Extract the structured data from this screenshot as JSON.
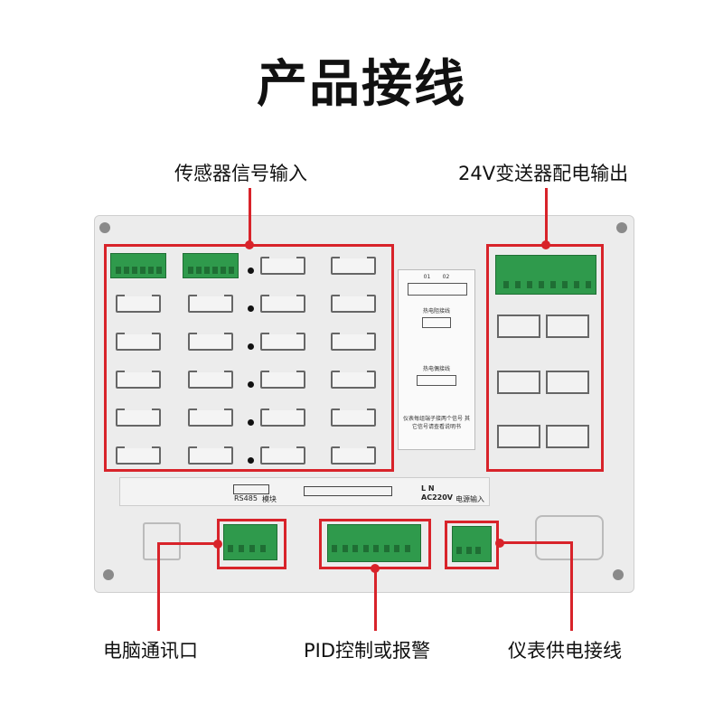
{
  "title": "产品接线",
  "labels": {
    "sensor_input": "传感器信号输入",
    "transmitter_power": "24V变送器配电输出",
    "pc_comm": "电脑通讯口",
    "pid_alarm": "PID控制或报警",
    "meter_power": "仪表供电接线"
  },
  "device": {
    "rs485": "RS485",
    "module": "模块",
    "ac_label": "AC220V",
    "ac_sub": "电源输入",
    "l_n": "L N",
    "sticker": {
      "ch1": "01",
      "ch2": "02",
      "line1": "热电阻接线",
      "line2": "热电偶接线",
      "note": "仪表每组端子接两个信号 其它信号请查看说明书"
    }
  },
  "colors": {
    "highlight": "#d8232a",
    "terminal": "#2f9a4c",
    "panel": "#ececec"
  }
}
